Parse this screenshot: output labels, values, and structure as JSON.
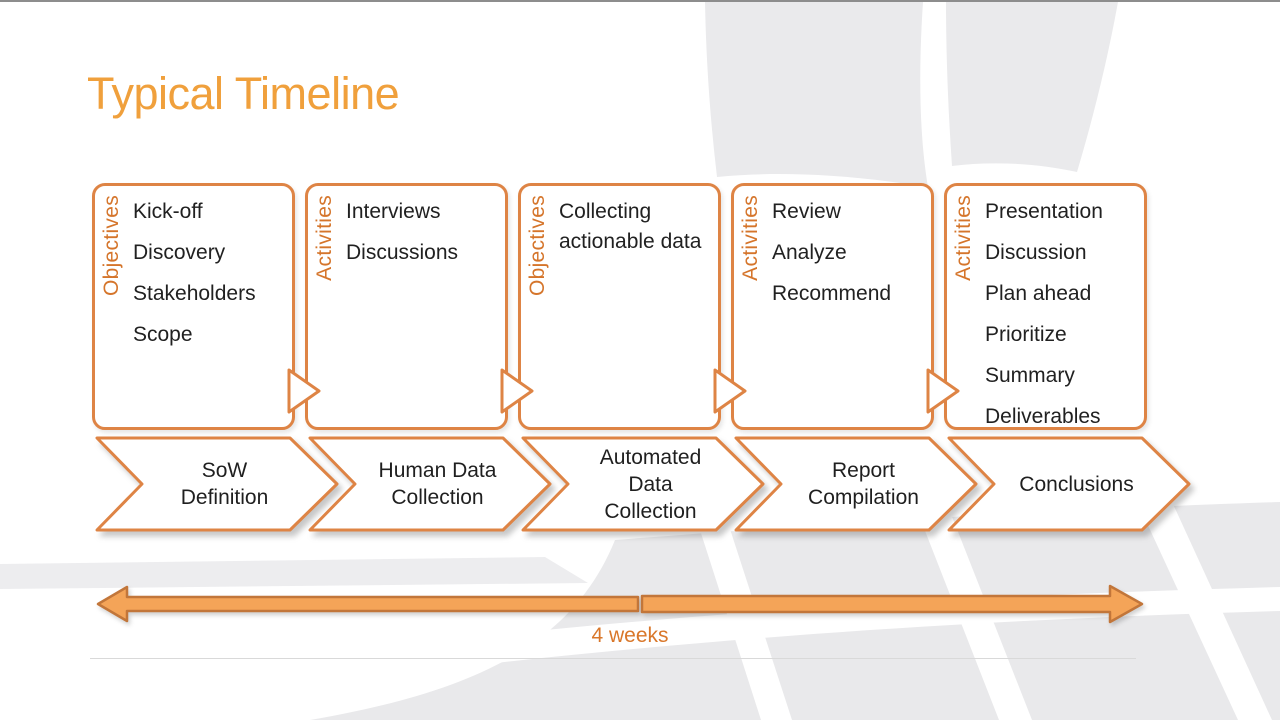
{
  "slide": {
    "title": "Typical Timeline",
    "timeline_label": "4 weeks"
  },
  "phases": [
    {
      "side_label": "Objectives",
      "items": [
        "Kick-off",
        "Discovery",
        "Stakeholders",
        "Scope"
      ],
      "step_label": "SoW Definition",
      "step_lines": [
        "SoW",
        "Definition"
      ]
    },
    {
      "side_label": "Activities",
      "items": [
        "Interviews",
        "Discussions"
      ],
      "step_label": "Human Data Collection",
      "step_lines": [
        "Human Data",
        "Collection"
      ]
    },
    {
      "side_label": "Objectives",
      "items": [
        "Collecting actionable data"
      ],
      "step_label": "Automated Data Collection",
      "step_lines": [
        "Automated",
        "Data",
        "Collection"
      ]
    },
    {
      "side_label": "Activities",
      "items": [
        "Review",
        "Analyze",
        "Recommend"
      ],
      "step_label": "Report Compilation",
      "step_lines": [
        "Report",
        "Compilation"
      ]
    },
    {
      "side_label": "Activities",
      "items": [
        "Presentation",
        "Discussion",
        "Plan ahead",
        "Prioritize",
        "Summary",
        "Deliverables"
      ],
      "step_label": "Conclusions",
      "step_lines": [
        "Conclusions"
      ]
    }
  ],
  "colors": {
    "accent_orange": "#DE8445",
    "title_orange": "#F0A03C",
    "side_label_orange": "#D5752B",
    "timeline_fill": "#F4A458",
    "timeline_stroke": "#C2763A",
    "text_dark": "#212121"
  }
}
